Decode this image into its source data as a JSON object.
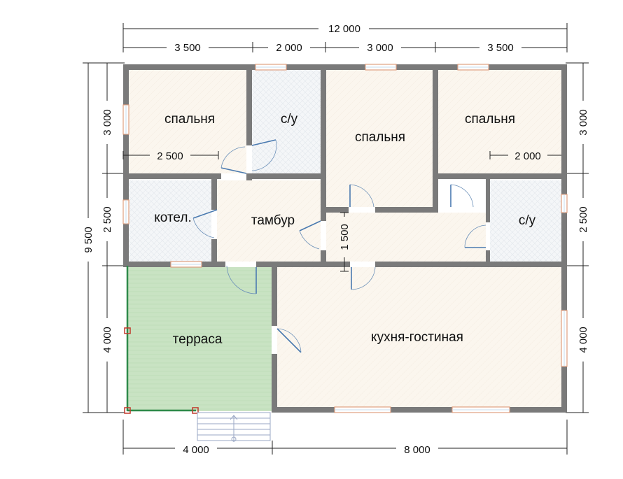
{
  "dimensions": {
    "top_total": "12 000",
    "top_segments": [
      "3 500",
      "2 000",
      "3 000",
      "3 500"
    ],
    "left_total": "9 500",
    "left_segments": [
      "3 000",
      "2 500",
      "4 000"
    ],
    "right_segments": [
      "3 000",
      "2 500",
      "4 000"
    ],
    "bottom_segments": [
      "4 000",
      "8 000"
    ],
    "inner": {
      "left_bedroom_width": "2 500",
      "right_bedroom_width": "2 000",
      "corridor_width": "1 500"
    }
  },
  "rooms": {
    "bedroom_left": "спальня",
    "bathroom_top": "с/у",
    "bedroom_center": "спальня",
    "bedroom_right": "спальня",
    "boiler": "котел.",
    "vestibule": "тамбур",
    "bathroom_right": "с/у",
    "terrace": "терраса",
    "kitchen_living": "кухня-гостиная"
  },
  "colors": {
    "wall": "#7a7a7a",
    "floor": "#fbf6ee",
    "terrace": "#c9e3c3",
    "terrace_edge": "#2f8a4a"
  }
}
